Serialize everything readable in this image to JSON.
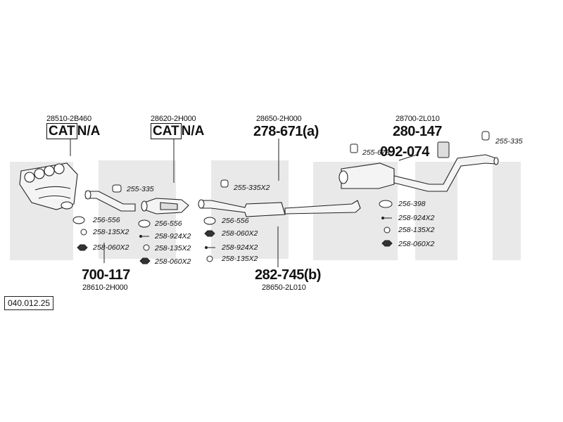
{
  "diagram_ref": "040.012.25",
  "groups": [
    {
      "oe": "28510-2B460",
      "cat_left": "CAT",
      "cat_right": "N/A"
    },
    {
      "oe": "28620-2H000",
      "cat_left": "CAT",
      "cat_right": "N/A"
    },
    {
      "oe": "28650-2H000",
      "part": "278-671(a)"
    },
    {
      "oe": "28700-2L010",
      "part": "280-147",
      "part2": "092-074"
    },
    {
      "part": "700-117",
      "oe": "28610-2H000"
    },
    {
      "part": "282-745(b)",
      "oe": "28650-2L010"
    }
  ],
  "parts": {
    "p1": "255-335",
    "p2": "256-556",
    "p3": "258-135X2",
    "p4": "258-060X2",
    "p5": "256-556",
    "p6": "258-924X2",
    "p7": "258-135X2",
    "p8": "258-060X2",
    "p9": "255-335X2",
    "p10": "256-556",
    "p11": "258-060X2",
    "p12": "258-924X2",
    "p13": "258-135X2",
    "p14": "255-678",
    "p15": "255-335",
    "p16": "256-398",
    "p17": "258-924X2",
    "p18": "258-135X2",
    "p19": "258-060X2"
  }
}
